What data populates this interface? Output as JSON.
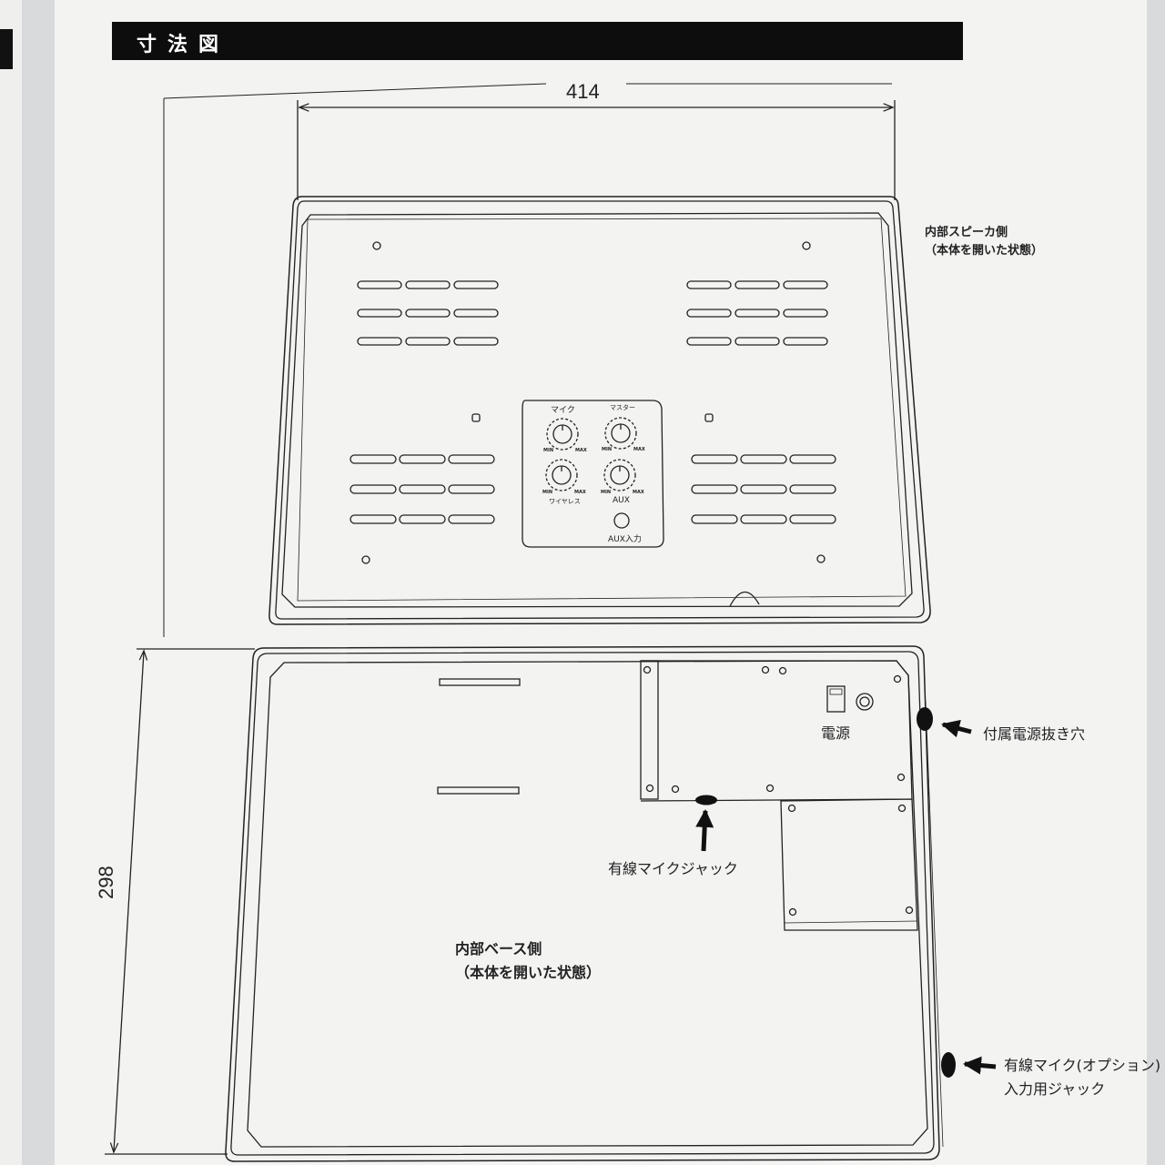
{
  "header": {
    "title": "寸法図"
  },
  "dimensions": {
    "width": "414",
    "height": "298"
  },
  "speaker_side": {
    "line1": "内部スピーカ側",
    "line2": "（本体を開いた状態）"
  },
  "base_side": {
    "line1": "内部ベース側",
    "line2": "（本体を開いた状態）"
  },
  "control_panel": {
    "knob_mic": "マイク",
    "knob_master": "マスター",
    "knob_wireless": "ワイヤレス",
    "knob_aux": "AUX",
    "aux_input": "AUX入力",
    "min_label": "MIN",
    "max_label": "MAX"
  },
  "callouts": {
    "power": "電源",
    "power_cord_hole": "付属電源抜き穴",
    "wired_mic_jack": "有線マイクジャック",
    "optional_mic_line1": "有線マイク(オプション)",
    "optional_mic_line2": "入力用ジャック"
  },
  "colors": {
    "line": "#222222",
    "title_bar": "#0d0d0d",
    "paper": "#f3f3f2"
  }
}
